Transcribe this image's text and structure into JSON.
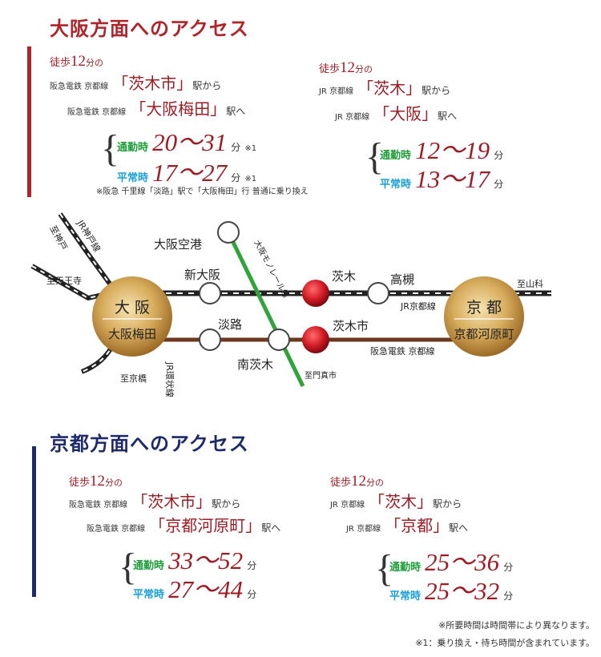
{
  "osaka": {
    "title": "大阪方面へのアクセス",
    "left": {
      "walk_pre": "徒歩",
      "walk_num": "12",
      "walk_post": "分の",
      "from_line": "阪急電鉄 京都線",
      "from_station": "「茨木市」",
      "from_suffix": "駅から",
      "to_line": "阪急電鉄 京都線",
      "to_station": "「大阪梅田」",
      "to_suffix": "駅へ",
      "commute_label": "通勤時",
      "commute_time": "20～31",
      "normal_label": "平常時",
      "normal_time": "17～27",
      "unit": "分",
      "mark": "※1",
      "note": "※阪急 千里線「淡路」駅で「大阪梅田」行 普通に乗り換え"
    },
    "right": {
      "walk_pre": "徒歩",
      "walk_num": "12",
      "walk_post": "分の",
      "from_line": "JR 京都線",
      "from_station": "「茨木」",
      "from_suffix": "駅から",
      "to_line": "JR 京都線",
      "to_station": "「大阪」",
      "to_suffix": "駅へ",
      "commute_label": "通勤時",
      "commute_time": "12～19",
      "normal_label": "平常時",
      "normal_time": "13～17",
      "unit": "分"
    }
  },
  "map": {
    "osaka_a": "大 阪",
    "osaka_b": "大阪梅田",
    "kyoto_a": "京 都",
    "kyoto_b": "京都河原町",
    "shin_osaka": "新大阪",
    "awaji": "淡路",
    "osaka_airport": "大阪空港",
    "minami_ibaraki": "南茨木",
    "ibaraki": "茨木",
    "ibarakishi": "茨木市",
    "takatsuki": "高槻",
    "jr_kyoto_line": "JR京都線",
    "hankyu_kyoto_line": "阪急電鉄 京都線",
    "to_sanyo": "至山科",
    "to_tennoji": "至天王寺",
    "to_kobe": "至神戸",
    "jr_kobe_line": "JR神戸線",
    "monorail": "大阪モノレール線",
    "to_kadoma": "至門真市",
    "to_kyobashi": "至京橋",
    "jr_loop": "JR環状線"
  },
  "kyoto": {
    "title": "京都方面へのアクセス",
    "left": {
      "walk_pre": "徒歩",
      "walk_num": "12",
      "walk_post": "分の",
      "from_line": "阪急電鉄 京都線",
      "from_station": "「茨木市」",
      "from_suffix": "駅から",
      "to_line": "阪急電鉄 京都線",
      "to_station": "「京都河原町」",
      "to_suffix": "駅へ",
      "commute_label": "通勤時",
      "commute_time": "33～52",
      "normal_label": "平常時",
      "normal_time": "27～44",
      "unit": "分"
    },
    "right": {
      "walk_pre": "徒歩",
      "walk_num": "12",
      "walk_post": "分の",
      "from_line": "JR 京都線",
      "from_station": "「茨木」",
      "from_suffix": "駅から",
      "to_line": "JR 京都線",
      "to_station": "「京都」",
      "to_suffix": "駅へ",
      "commute_label": "通勤時",
      "commute_time": "25～36",
      "normal_label": "平常時",
      "normal_time": "25～32",
      "unit": "分"
    }
  },
  "footnotes": {
    "a": "※所要時間は時間帯により異なります。",
    "b": "※1：乗り換え・待ち時間が含まれています。"
  },
  "colors": {
    "osaka_accent": "#b0252a",
    "kyoto_accent": "#1e2a6b",
    "time_red": "#a01c24",
    "commute_green": "#1f9e3a",
    "normal_blue": "#1aa0d8",
    "monorail_green": "#2fa43a",
    "hub_gold": "#c7963d"
  }
}
